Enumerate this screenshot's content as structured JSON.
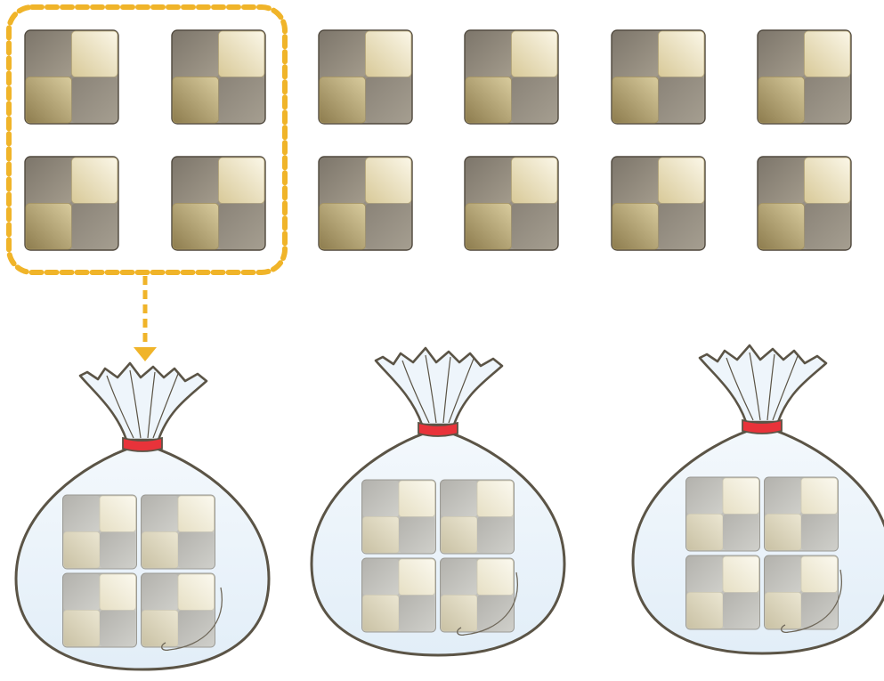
{
  "colors": {
    "background": "#ffffff",
    "tile_dark": "#8a8378",
    "tile_light": "#efe6c4",
    "tile_gold": "#b8a878",
    "tile_outline": "#4e473c",
    "selection_dash": "#f0b429",
    "arrow": "#f0b429",
    "bag_fill": "#e6f1fa",
    "bag_outline": "#5b5446",
    "bag_tie": "#e8333a",
    "packed_dark": "#b9b9b4",
    "packed_light": "#f4efdc"
  },
  "icons": {
    "tile": "four-square-tile-icon",
    "bag": "tied-bag-icon",
    "arrow": "down-arrow-icon"
  },
  "grid": {
    "rows": 2,
    "columns": 6,
    "tile_count": 12
  },
  "selection": {
    "rows": 2,
    "columns": 2
  },
  "bags": {
    "count": 3,
    "tiles_per_bag": 4
  }
}
